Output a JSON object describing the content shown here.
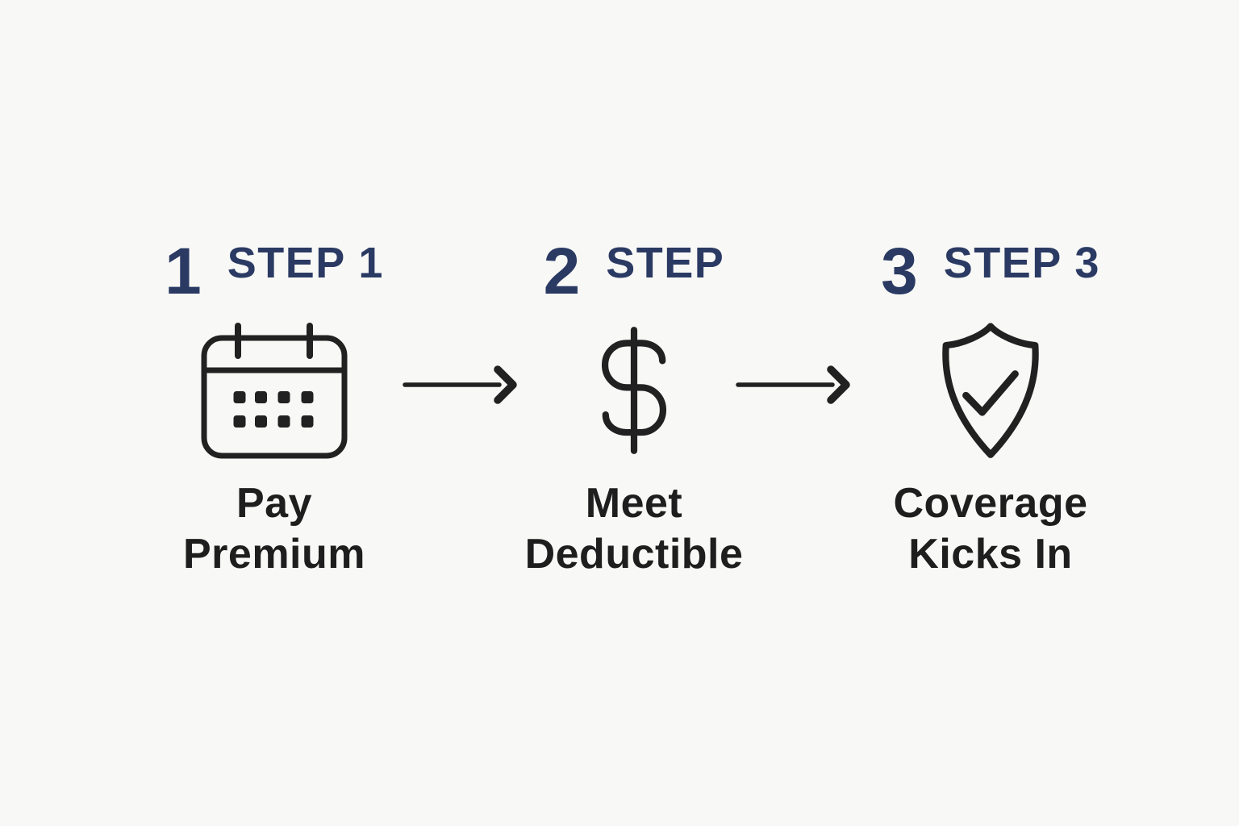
{
  "colors": {
    "background": "#f8f8f6",
    "accent_navy": "#2a3a63",
    "icon_dark": "#212121",
    "label_dark": "#1e1e1e"
  },
  "steps": [
    {
      "number": "1",
      "step_label": "STEP 1",
      "icon": "calendar-icon",
      "title_line1": "Pay",
      "title_line2": "Premium"
    },
    {
      "number": "2",
      "step_label": "STEP",
      "icon": "dollar-sign-icon",
      "title_line1": "Meet",
      "title_line2": "Deductible"
    },
    {
      "number": "3",
      "step_label": "STEP 3",
      "icon": "shield-check-icon",
      "title_line1": "Coverage",
      "title_line2": "Kicks In"
    }
  ],
  "arrows": [
    {
      "icon": "arrow-right-icon"
    },
    {
      "icon": "arrow-right-icon"
    }
  ]
}
